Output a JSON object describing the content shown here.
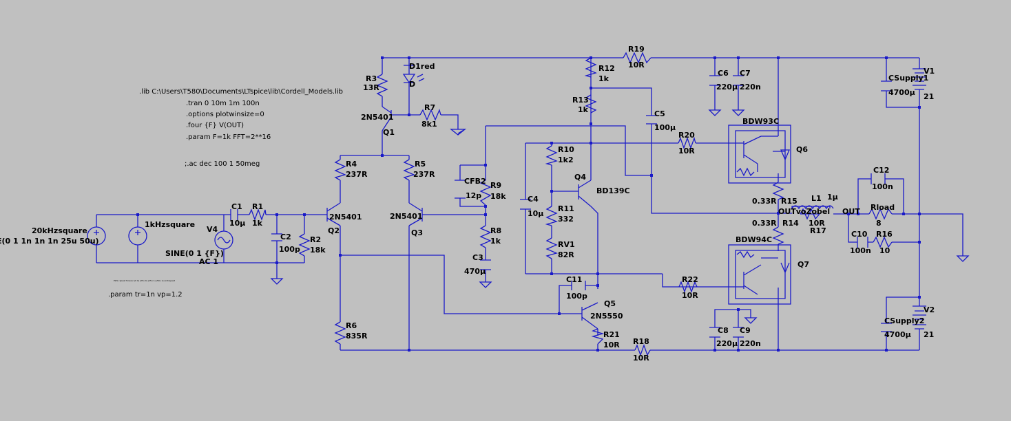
{
  "colors": {
    "background": "#c0c0c0",
    "wire": "#1a1ac8",
    "text": "#000000"
  },
  "directives": {
    "lib": ".lib C:\\Users\\T580\\Documents\\LTspice\\lib\\Cordell_Models.lib",
    "tran": ".tran 0 10m 1m 100n",
    "options": ".options plotwinsize=0",
    "four": ".four {F} V(OUT)",
    "param": ".param F=1k FFT=2**16",
    "ac": ";.ac dec 100 1 50meg",
    "param2": ".param tr=1n vp=1.2",
    "tiny_note": "PWL repeat forever (0 0) (25u 0) (25u 1) (50u 1) endrepeat"
  },
  "sources": {
    "sq20k_name": "20kHzsquare",
    "sq20k_value": "E(0 1 1n 1n 1n 25u 50u)",
    "sq1k_name": "1kHzsquare",
    "v4_name": "V4",
    "v4_value1": "SINE(0 1 {F})",
    "v4_value2": "AC 1",
    "v1_name": "V1",
    "v1_value": "21",
    "v2_name": "V2",
    "v2_value": "21"
  },
  "components": {
    "C1": {
      "name": "C1",
      "value": "10µ"
    },
    "R1": {
      "name": "R1",
      "value": "1k"
    },
    "C2": {
      "name": "C2",
      "value": "100p"
    },
    "R2": {
      "name": "R2",
      "value": "18k"
    },
    "R3": {
      "name": "R3",
      "value": "13R"
    },
    "D1": {
      "name": "D1red",
      "value": "D"
    },
    "R7": {
      "name": "R7",
      "value": "8k1"
    },
    "Q1": {
      "name": "Q1",
      "model": "2N5401"
    },
    "Q2": {
      "name": "Q2",
      "model": "2N5401"
    },
    "Q3": {
      "name": "Q3",
      "model": "2N5401"
    },
    "R4": {
      "name": "R4",
      "value": "237R"
    },
    "R5": {
      "name": "R5",
      "value": "237R"
    },
    "R6": {
      "name": "R6",
      "value": "835R"
    },
    "CFB2": {
      "name": "CFB2",
      "value": "12p"
    },
    "R9": {
      "name": "R9",
      "value": "18k"
    },
    "R8": {
      "name": "R8",
      "value": "1k"
    },
    "C3": {
      "name": "C3",
      "value": "470µ"
    },
    "C4": {
      "name": "C4",
      "value": "10µ"
    },
    "R10": {
      "name": "R10",
      "value": "1k2"
    },
    "R11": {
      "name": "R11",
      "value": "332"
    },
    "RV1": {
      "name": "RV1",
      "value": "82R"
    },
    "Q4": {
      "name": "Q4",
      "model": "BD139C"
    },
    "R12": {
      "name": "R12",
      "value": "1k"
    },
    "R13": {
      "name": "R13",
      "value": "1k"
    },
    "C5": {
      "name": "C5",
      "value": "100µ"
    },
    "R19": {
      "name": "R19",
      "value": "10R"
    },
    "C6": {
      "name": "C6",
      "value": "220µ"
    },
    "C7": {
      "name": "C7",
      "value": "220n"
    },
    "R20": {
      "name": "R20",
      "value": "10R"
    },
    "Q6": {
      "name": "Q6",
      "model": "BDW93C"
    },
    "R15": {
      "name": "R15",
      "value": "0.33R"
    },
    "R14": {
      "name": "R14",
      "value": "0.33R"
    },
    "L1": {
      "name": "L1",
      "value": "1µ"
    },
    "R17": {
      "name": "R17",
      "value": "10R"
    },
    "C12": {
      "name": "C12",
      "value": "100n"
    },
    "Rload": {
      "name": "Rload",
      "value": "8"
    },
    "C10": {
      "name": "C10",
      "value": "100n"
    },
    "R16": {
      "name": "R16",
      "value": "10"
    },
    "Q7": {
      "name": "Q7",
      "model": "BDW94C"
    },
    "R22": {
      "name": "R22",
      "value": "10R"
    },
    "C11": {
      "name": "C11",
      "value": "100p"
    },
    "Q5": {
      "name": "Q5",
      "model": "2N5550"
    },
    "R21": {
      "name": "R21",
      "value": "10R"
    },
    "R18": {
      "name": "R18",
      "value": "10R"
    },
    "C8": {
      "name": "C8",
      "value": "220µ"
    },
    "C9": {
      "name": "C9",
      "value": "220n"
    },
    "CS1": {
      "name": "CSupply1",
      "value": "4700µ"
    },
    "CS2": {
      "name": "CSupply2",
      "value": "4700µ"
    }
  },
  "nets": {
    "outvozobel": "OUTvoZobel",
    "out": "OUT"
  }
}
